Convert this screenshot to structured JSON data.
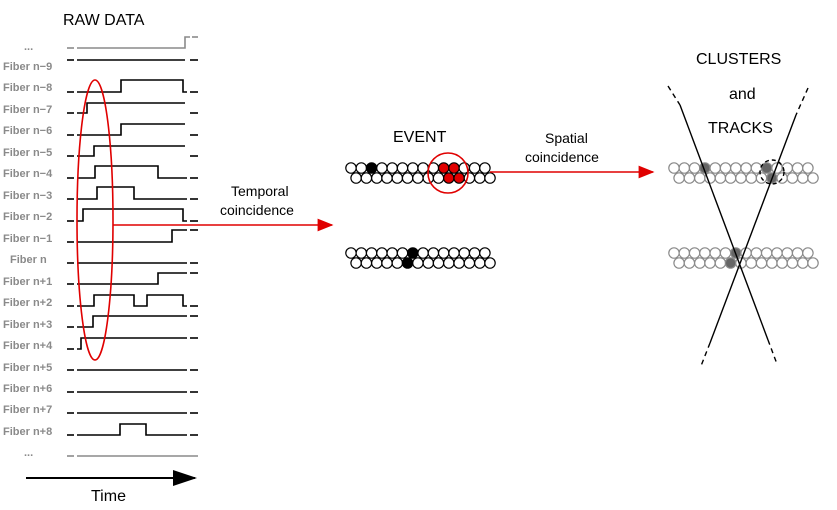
{
  "raw_data": {
    "title": "RAW DATA",
    "time_label": "Time",
    "fibers": [
      {
        "label": "...",
        "muted": true
      },
      {
        "label": "Fiber n−9"
      },
      {
        "label": "Fiber n−8"
      },
      {
        "label": "Fiber n−7"
      },
      {
        "label": "Fiber n−6"
      },
      {
        "label": "Fiber n−5"
      },
      {
        "label": "Fiber n−4"
      },
      {
        "label": "Fiber n−3"
      },
      {
        "label": "Fiber n−2"
      },
      {
        "label": "Fiber n−1"
      },
      {
        "label": "Fiber n"
      },
      {
        "label": "Fiber n+1"
      },
      {
        "label": "Fiber n+2"
      },
      {
        "label": "Fiber n+3"
      },
      {
        "label": "Fiber n+4"
      },
      {
        "label": "Fiber n+5"
      },
      {
        "label": "Fiber n+6"
      },
      {
        "label": "Fiber n+7"
      },
      {
        "label": "Fiber n+8"
      },
      {
        "label": "...",
        "muted": true
      }
    ]
  },
  "temporal": {
    "line1": "Temporal",
    "line2": "coincidence"
  },
  "event": {
    "title": "EVENT"
  },
  "spatial": {
    "line1": "Spatial",
    "line2": "coincidence"
  },
  "clusters": {
    "line1": "CLUSTERS",
    "line2": "and",
    "line3": "TRACKS"
  },
  "colors": {
    "highlight": "#e00000",
    "ink": "#000000",
    "muted": "#8a8a8a",
    "cluster_fill": "#666666"
  }
}
